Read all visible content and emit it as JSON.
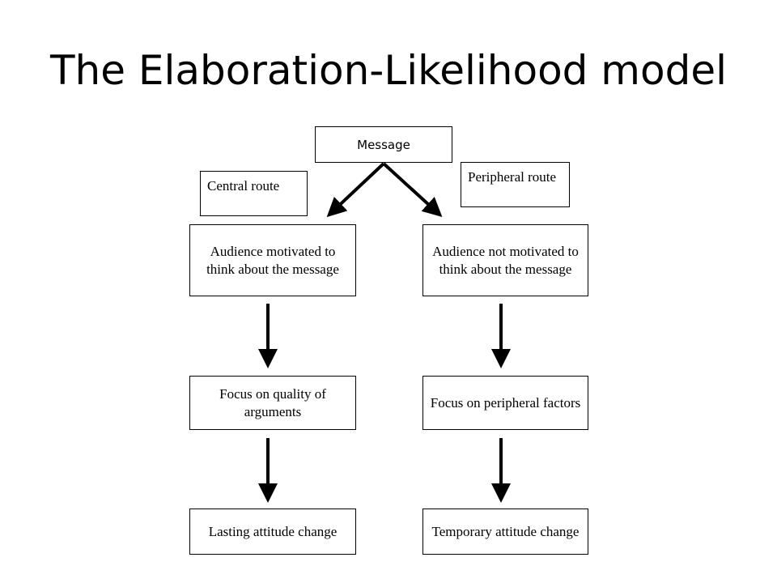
{
  "title": "The Elaboration-Likelihood model",
  "nodes": {
    "message": "Message",
    "central_route": "Central route",
    "peripheral_route": "Peripheral route",
    "audience_motivated": "Audience motivated to think about the message",
    "audience_not_motivated": "Audience not motivated to think about the message",
    "focus_quality": "Focus on quality of arguments",
    "focus_peripheral": "Focus on peripheral factors",
    "lasting_change": "Lasting attitude change",
    "temporary_change": "Temporary attitude change"
  },
  "colors": {
    "background": "#ffffff",
    "line": "#000000",
    "text": "#000000"
  }
}
